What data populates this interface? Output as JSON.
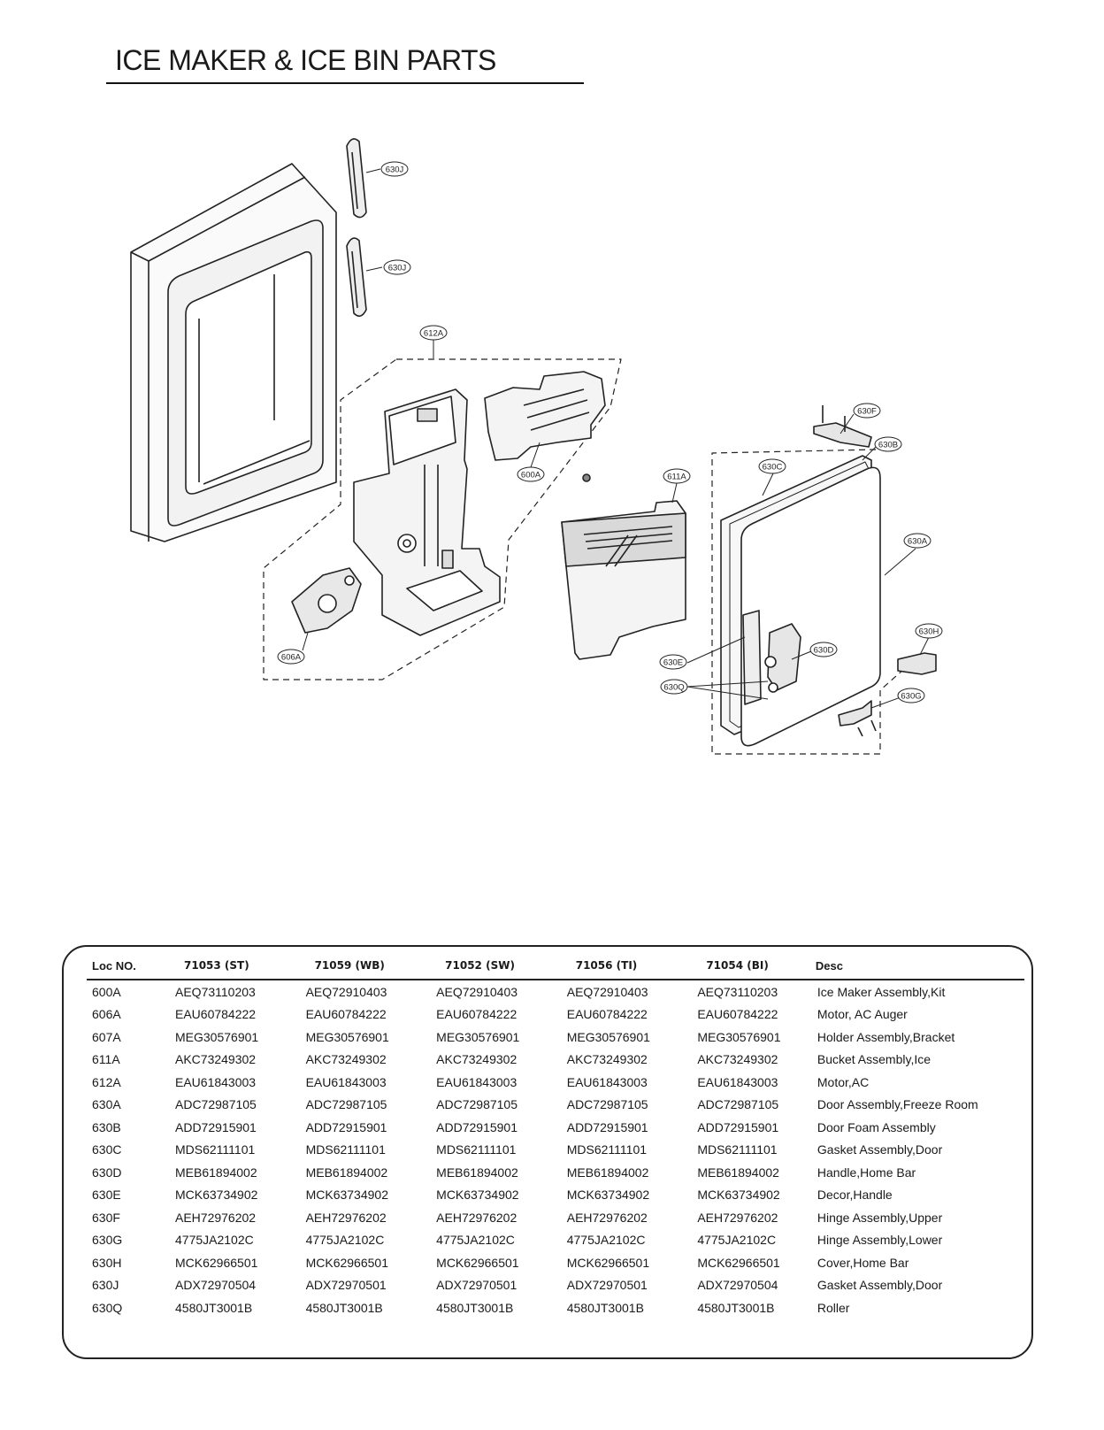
{
  "page": {
    "title": "ICE MAKER & ICE BIN PARTS"
  },
  "diagram": {
    "callouts": [
      "630J",
      "630J",
      "612A",
      "600A",
      "611A",
      "606A",
      "630F",
      "630B",
      "630C",
      "630A",
      "630H",
      "630D",
      "630E",
      "630Q",
      "630G"
    ]
  },
  "table": {
    "headers": [
      "Loc NO.",
      "71053 (ST)",
      "71059 (WB)",
      "71052 (SW)",
      "71056 (TI)",
      "71054 (BI)",
      "Desc"
    ],
    "rows": [
      [
        "600A",
        "AEQ73110203",
        "AEQ72910403",
        "AEQ72910403",
        "AEQ72910403",
        "AEQ73110203",
        "Ice Maker Assembly,Kit"
      ],
      [
        "606A",
        "EAU60784222",
        "EAU60784222",
        "EAU60784222",
        "EAU60784222",
        "EAU60784222",
        "Motor, AC Auger"
      ],
      [
        "607A",
        "MEG30576901",
        "MEG30576901",
        "MEG30576901",
        "MEG30576901",
        "MEG30576901",
        "Holder Assembly,Bracket"
      ],
      [
        "611A",
        "AKC73249302",
        "AKC73249302",
        "AKC73249302",
        "AKC73249302",
        "AKC73249302",
        "Bucket Assembly,Ice"
      ],
      [
        "612A",
        "EAU61843003",
        "EAU61843003",
        "EAU61843003",
        "EAU61843003",
        "EAU61843003",
        "Motor,AC"
      ],
      [
        "630A",
        "ADC72987105",
        "ADC72987105",
        "ADC72987105",
        "ADC72987105",
        "ADC72987105",
        "Door Assembly,Freeze Room"
      ],
      [
        "630B",
        "ADD72915901",
        "ADD72915901",
        "ADD72915901",
        "ADD72915901",
        "ADD72915901",
        "Door Foam Assembly"
      ],
      [
        "630C",
        "MDS62111101",
        "MDS62111101",
        "MDS62111101",
        "MDS62111101",
        "MDS62111101",
        "Gasket Assembly,Door"
      ],
      [
        "630D",
        "MEB61894002",
        "MEB61894002",
        "MEB61894002",
        "MEB61894002",
        "MEB61894002",
        "Handle,Home Bar"
      ],
      [
        "630E",
        "MCK63734902",
        "MCK63734902",
        "MCK63734902",
        "MCK63734902",
        "MCK63734902",
        "Decor,Handle"
      ],
      [
        "630F",
        "AEH72976202",
        "AEH72976202",
        "AEH72976202",
        "AEH72976202",
        "AEH72976202",
        "Hinge Assembly,Upper"
      ],
      [
        "630G",
        "4775JA2102C",
        "4775JA2102C",
        "4775JA2102C",
        "4775JA2102C",
        "4775JA2102C",
        "Hinge Assembly,Lower"
      ],
      [
        "630H",
        "MCK62966501",
        "MCK62966501",
        "MCK62966501",
        "MCK62966501",
        "MCK62966501",
        "Cover,Home Bar"
      ],
      [
        "630J",
        "ADX72970504",
        "ADX72970501",
        "ADX72970501",
        "ADX72970501",
        "ADX72970504",
        "Gasket Assembly,Door"
      ],
      [
        "630Q",
        "4580JT3001B",
        "4580JT3001B",
        "4580JT3001B",
        "4580JT3001B",
        "4580JT3001B",
        "Roller"
      ]
    ]
  }
}
